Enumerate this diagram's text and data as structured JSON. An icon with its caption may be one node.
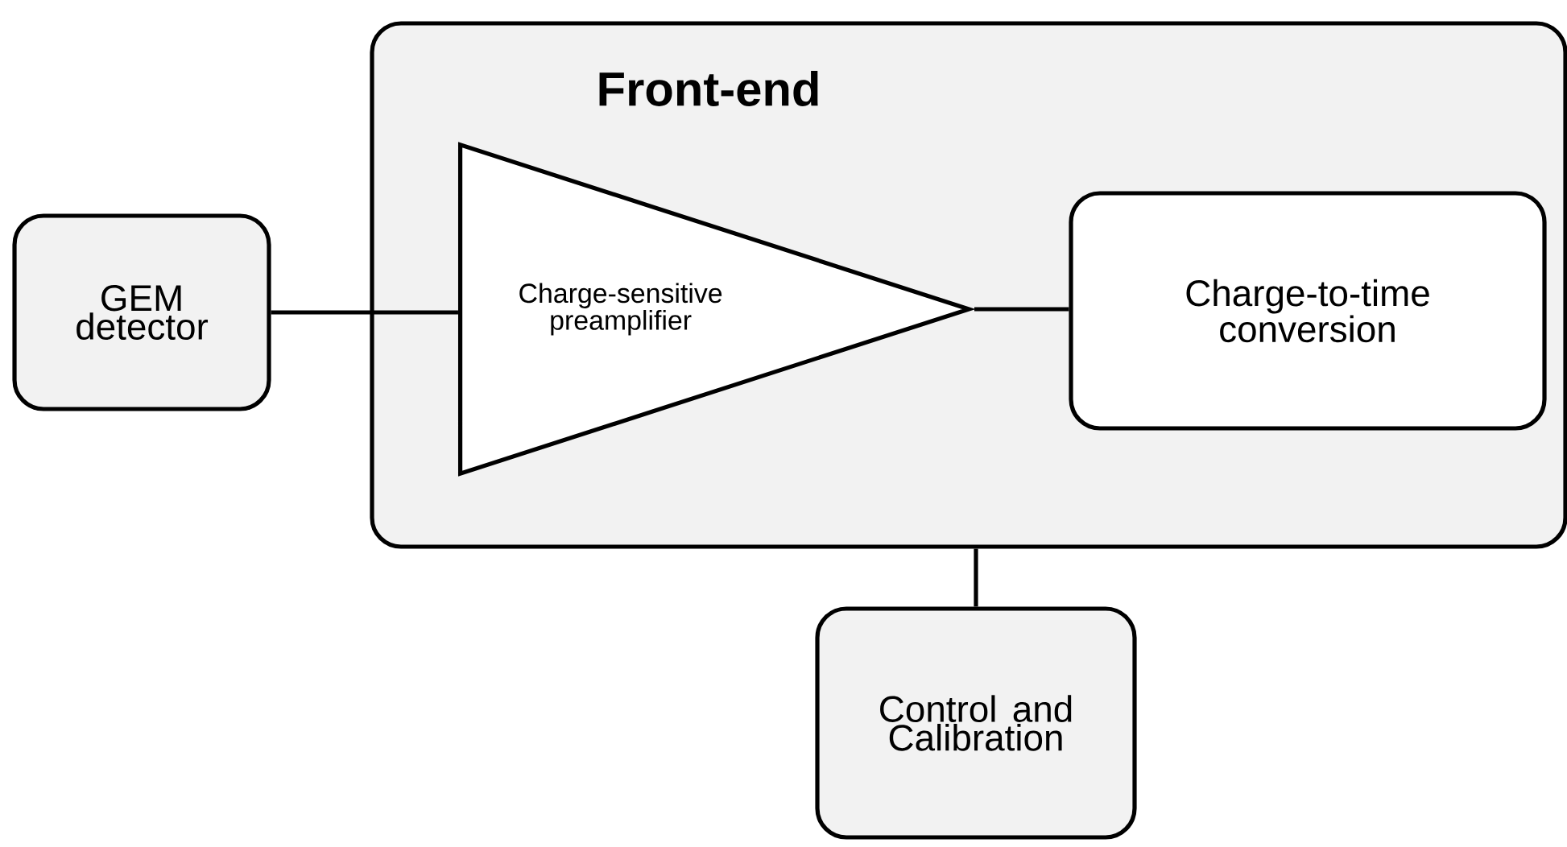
{
  "diagram": {
    "nodes": [
      {
        "text": [
          "Front-end"
        ]
      },
      {
        "text": [
          "GEM detector"
        ]
      },
      {
        "text": [
          "Charge-sensitive preamplifier"
        ],
        "in": 0
      },
      {
        "text": [
          "Charge-to-time conversion"
        ],
        "in": 0
      },
      {
        "text": [
          "Control and Calibration"
        ]
      }
    ],
    "edges": [
      {
        "from": 1,
        "to": 2,
        "arrow": "none"
      },
      {
        "from": 2,
        "to": 3,
        "arrow": "none"
      },
      {
        "from": 0,
        "to": 4,
        "arrow": "none"
      }
    ]
  }
}
